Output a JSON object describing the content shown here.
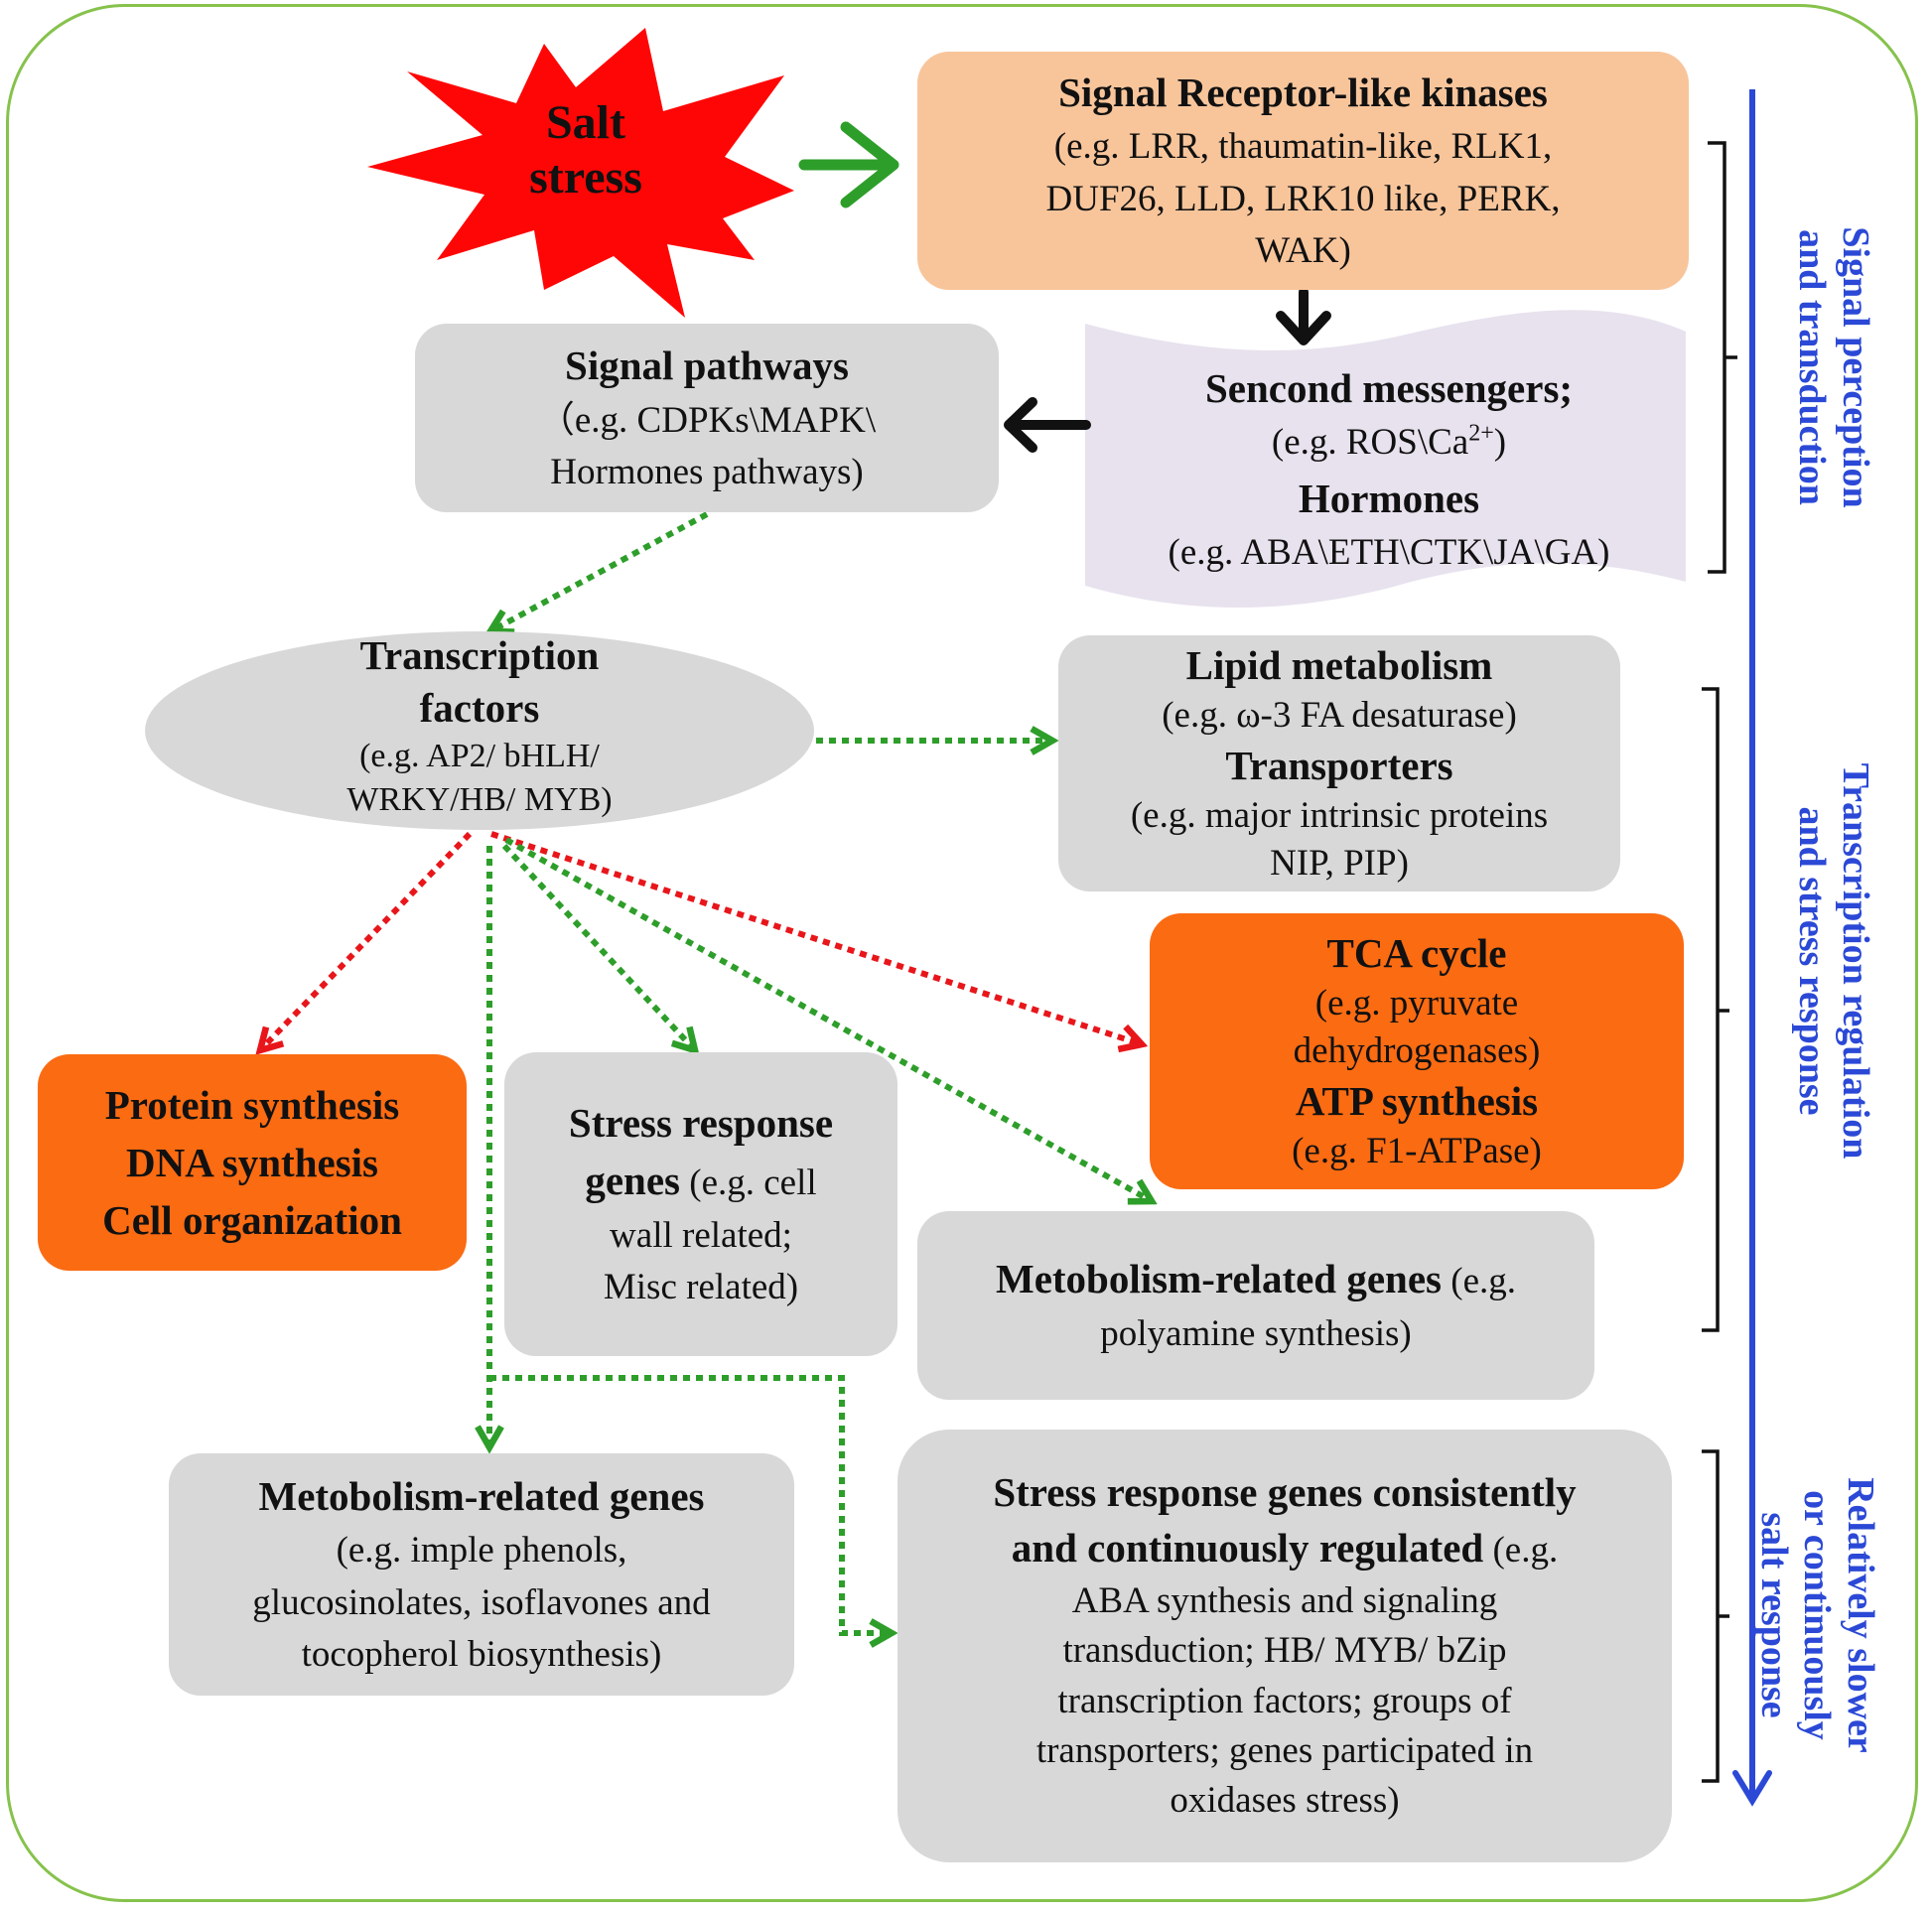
{
  "salt": {
    "line1": "Salt",
    "line2": "stress"
  },
  "receptor": {
    "title": "Signal Receptor-like kinases",
    "lines": [
      "(e.g. LRR, thaumatin-like, RLK1,",
      "DUF26, LLD, LRK10 like, PERK,",
      "WAK)"
    ]
  },
  "messengers": {
    "title": "Sencond messengers;",
    "example_pre": "(e.g. ROS\\Ca",
    "example_sup": "2+",
    "example_post": ")",
    "hormones_title": "Hormones",
    "hormones_example": "(e.g. ABA\\ETH\\CTK\\JA\\GA)"
  },
  "pathways": {
    "title": "Signal pathways",
    "lines": [
      "（e.g. CDPKs\\MAPK\\",
      "Hormones pathways)"
    ]
  },
  "tf": {
    "title1": "Transcription",
    "title2": "factors",
    "lines": [
      "(e.g.  AP2/ bHLH/",
      "WRKY/HB/ MYB)"
    ]
  },
  "lipid": {
    "title": "Lipid metabolism",
    "example": "(e.g. ω-3 FA desaturase)",
    "title2": "Transporters",
    "lines": [
      "(e.g. major intrinsic proteins",
      "NIP, PIP)"
    ]
  },
  "tca": {
    "title": "TCA cycle",
    "lines": [
      "(e.g. pyruvate",
      "dehydrogenases)"
    ],
    "title2": "ATP synthesis",
    "example2": "(e.g. F1-ATPase)"
  },
  "protein": {
    "lines": [
      "Protein synthesis",
      "DNA synthesis",
      "Cell organization"
    ]
  },
  "stress_genes": {
    "bold1": "Stress response",
    "bold2": "genes",
    "rest": " (e.g. cell",
    "lines": [
      "wall related;",
      "Misc related)"
    ]
  },
  "metab1": {
    "bold": "Metobolism-related genes",
    "rest": " (e.g.",
    "line2": "polyamine synthesis)"
  },
  "metab2": {
    "title": "Metobolism-related genes",
    "lines": [
      "(e.g. imple phenols,",
      "glucosinolates, isoflavones and",
      "tocopherol biosynthesis)"
    ]
  },
  "consistent": {
    "bold1": "Stress response genes consistently",
    "bold2": "and continuously regulated",
    "rest": " (e.g.",
    "lines": [
      "ABA synthesis and signaling",
      "transduction; HB/ MYB/ bZip",
      "transcription factors; groups of",
      "transporters; genes participated in",
      "oxidases stress)"
    ]
  },
  "side_labels": {
    "perception": [
      "Signal perception",
      "and transduction"
    ],
    "regulation": [
      "Transcription regulation",
      "and stress response"
    ],
    "slower": [
      "Relatively slower",
      "or continuously",
      "salt response"
    ]
  },
  "colors": {
    "green": "#2e9e2a",
    "red": "#e8161b",
    "blue": "#2b49d6",
    "orange": "#fb6b12",
    "peach": "#f8c59b",
    "grey": "#d8d8d8",
    "lavender": "#e8e2ee",
    "frame": "#86c24c"
  }
}
